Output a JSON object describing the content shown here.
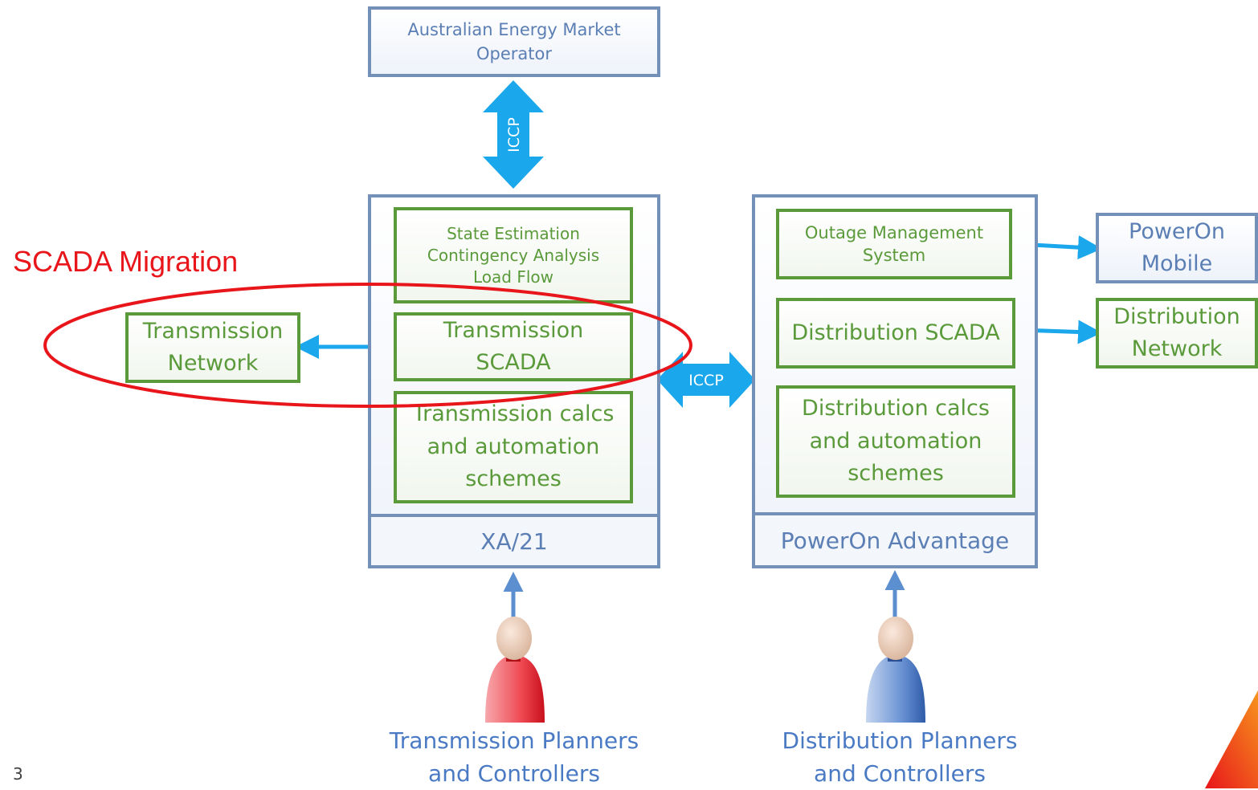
{
  "title": "SCADA Migration",
  "page_number": "3",
  "aemo": {
    "label": "Australian Energy Market Operator"
  },
  "iccp_vertical": "ICCP",
  "iccp_horizontal": "ICCP",
  "xa21": {
    "footer": "XA/21",
    "modules": {
      "state_estimation": [
        "State Estimation",
        "Contingency Analysis",
        "Load Flow"
      ],
      "transmission_scada": [
        "Transmission",
        "SCADA"
      ],
      "transmission_calcs": [
        "Transmission calcs",
        "and automation",
        "schemes"
      ]
    }
  },
  "poweron": {
    "footer": "PowerOn Advantage",
    "modules": {
      "outage_mgmt": [
        "Outage Management",
        "System"
      ],
      "distribution_scada": "Distribution SCADA",
      "distribution_calcs": [
        "Distribution calcs",
        "and automation",
        "schemes"
      ]
    }
  },
  "transmission_network": [
    "Transmission",
    "Network"
  ],
  "poweron_mobile": [
    "PowerOn",
    "Mobile"
  ],
  "distribution_network": [
    "Distribution",
    "Network"
  ],
  "transmission_users": [
    "Transmission Planners",
    "and Controllers"
  ],
  "distribution_users": [
    "Distribution Planners",
    "and Controllers"
  ],
  "colors": {
    "outer_border": "#7391b8",
    "inner_border": "#5a9a3a",
    "arrow": "#1aa7ec",
    "highlight": "#e8151b",
    "caption": "#4a7ac4"
  }
}
